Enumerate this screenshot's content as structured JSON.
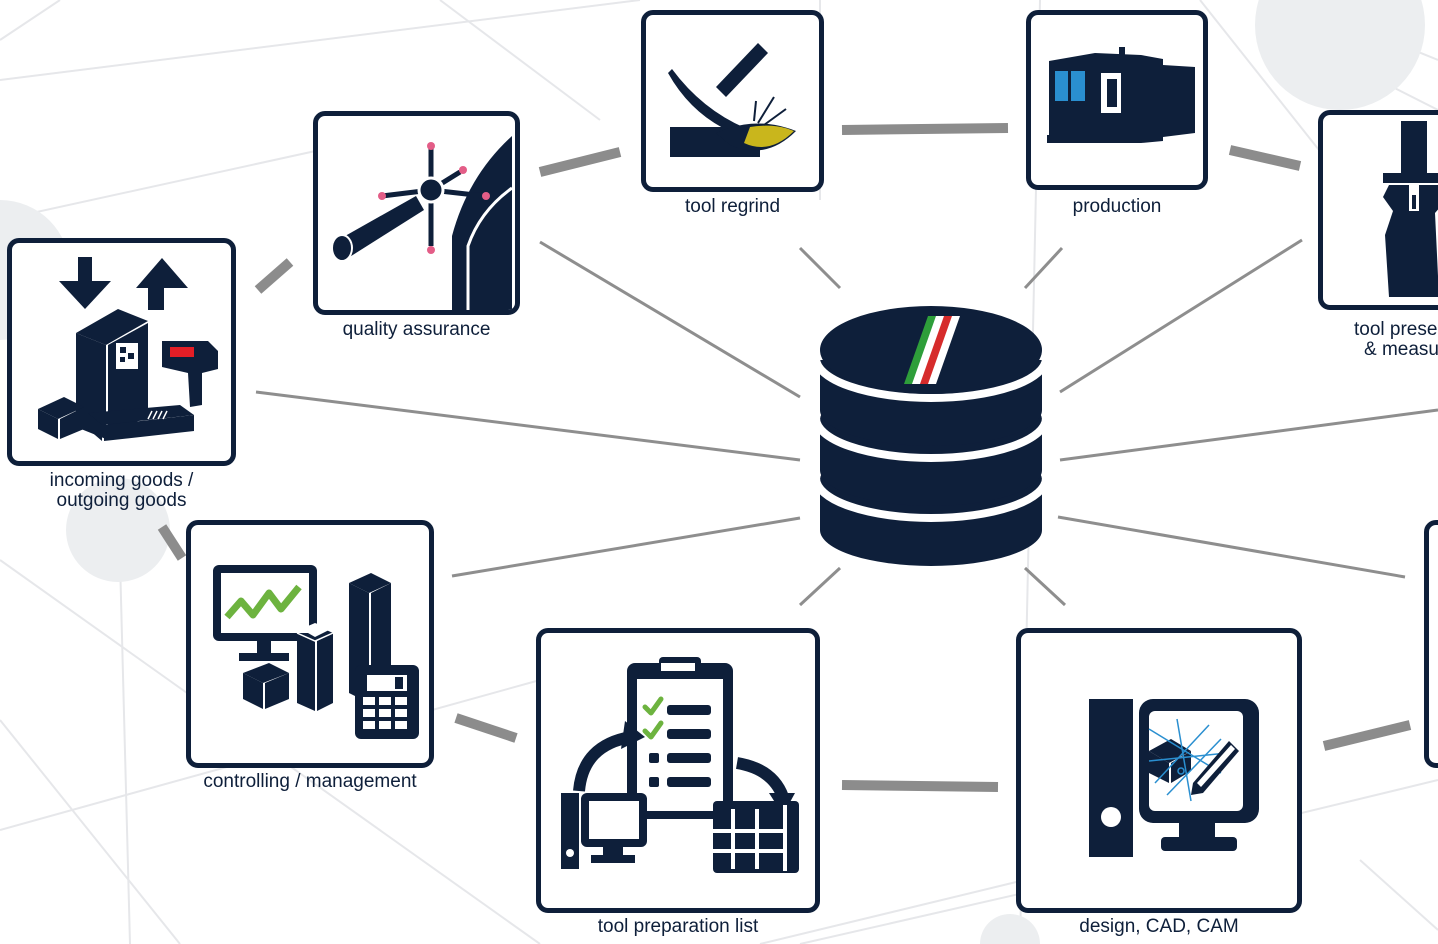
{
  "diagram": {
    "nodes": [
      {
        "id": "incoming",
        "label_lines": [
          "incoming goods /",
          "outgoing goods"
        ],
        "icon": "warehouse-icon"
      },
      {
        "id": "quality",
        "label_lines": [
          "quality assurance"
        ],
        "icon": "measuring-probe-icon"
      },
      {
        "id": "regrind",
        "label_lines": [
          "tool regrind"
        ],
        "icon": "grinding-icon"
      },
      {
        "id": "production",
        "label_lines": [
          "production"
        ],
        "icon": "cnc-machine-icon"
      },
      {
        "id": "presetting",
        "label_lines": [
          "tool prese",
          "& measu"
        ],
        "icon": "tool-holder-icon"
      },
      {
        "id": "controlling",
        "label_lines": [
          "controlling / management"
        ],
        "icon": "controlling-icon"
      },
      {
        "id": "preplist",
        "label_lines": [
          "tool preparation list"
        ],
        "icon": "checklist-icon"
      },
      {
        "id": "design",
        "label_lines": [
          "design, CAD, CAM"
        ],
        "icon": "cad-workstation-icon"
      },
      {
        "id": "partial",
        "label_lines": [],
        "icon": "partial-node-icon"
      }
    ],
    "hub": {
      "icon": "database-icon",
      "accent_colors": [
        "#2e9e3a",
        "#ffffff",
        "#d62b2b"
      ]
    },
    "colors": {
      "navy": "#0e1f3a",
      "connector": "#8a8a8a",
      "ring": "#8c8c8c",
      "background_mesh": "#e8e9eb",
      "chart_green": "#6db33f",
      "scanner_red": "#e41e26",
      "screen_blue": "#2a8fd0",
      "pink_dot": "#e35d87",
      "gold": "#c9b61c"
    }
  }
}
